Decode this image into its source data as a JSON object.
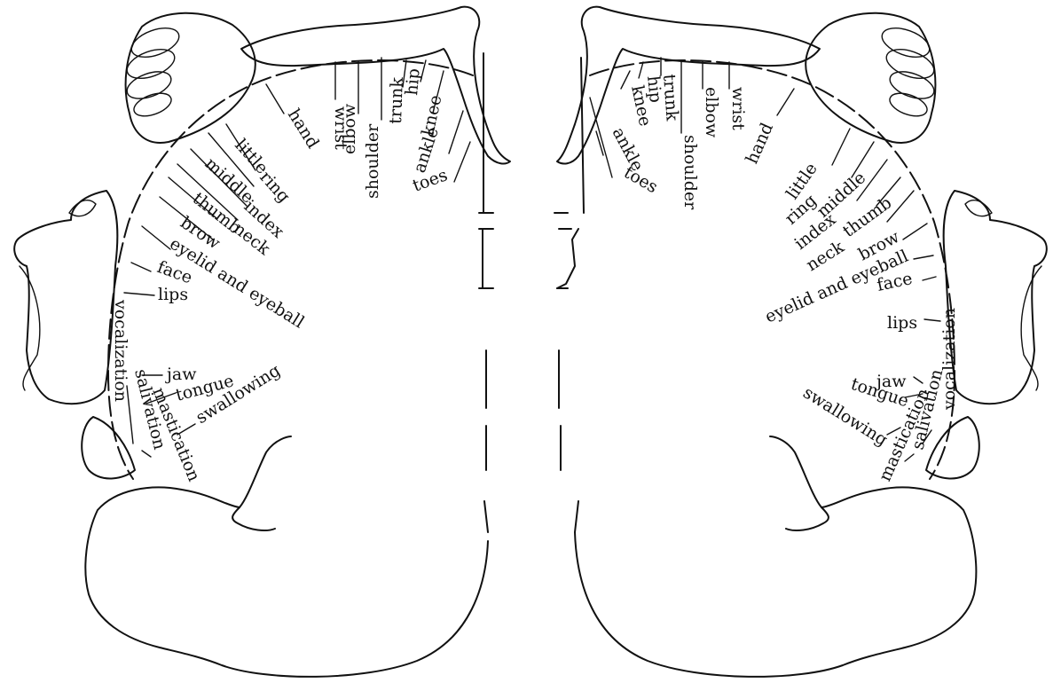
{
  "diagram": {
    "colors": {
      "ink": "#111111",
      "background": "#ffffff"
    },
    "left_hemisphere": {
      "labels": {
        "toes": "toes",
        "ankle": "ankle",
        "knee": "knee",
        "hip": "hip",
        "trunk": "trunk",
        "shoulder": "shoulder",
        "elbow": "elbow",
        "wrist": "wrist",
        "hand": "hand",
        "little": "little",
        "ring": "ring",
        "middle": "middle",
        "index": "index",
        "thumb": "thumb",
        "neck": "neck",
        "brow": "brow",
        "eyelid": "eyelid and eyeball",
        "face": "face",
        "lips": "lips",
        "vocalization": "vocalization",
        "jaw": "jaw",
        "tongue": "tongue",
        "salivation": "salivation",
        "mastication": "mastication",
        "swallowing": "swallowing"
      }
    },
    "right_hemisphere": {
      "labels": {
        "toes": "toes",
        "ankle": "ankle",
        "knee": "knee",
        "hip": "hip",
        "trunk": "trunk",
        "shoulder": "shoulder",
        "elbow": "elbow",
        "wrist": "wrist",
        "hand": "hand",
        "little": "little",
        "ring": "ring",
        "middle": "middle",
        "index": "index",
        "thumb": "thumb",
        "neck": "neck",
        "brow": "brow",
        "eyelid": "eyelid and eyeball",
        "face": "face",
        "lips": "lips",
        "vocalization": "vocalization",
        "jaw": "jaw",
        "tongue": "tongue",
        "salivation": "salivation",
        "mastication": "mastication",
        "swallowing": "swallowing"
      }
    }
  }
}
